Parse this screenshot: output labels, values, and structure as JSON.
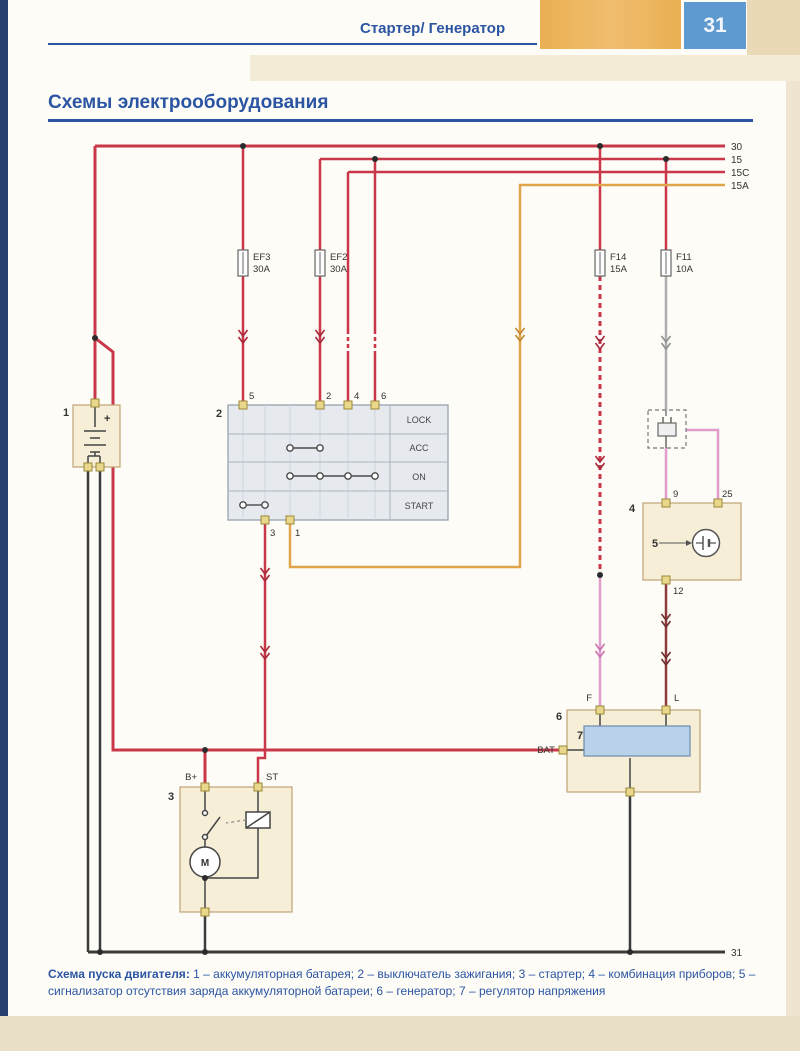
{
  "page": {
    "header_title": "Стартер/ Генератор",
    "page_number": "31",
    "section_title": "Схемы электрооборудования"
  },
  "caption": {
    "lead": "Схема пуска двигателя:",
    "text": " 1 – аккумуляторная батарея; 2 – выключатель зажигания; 3 – стартер; 4 – комбинация приборов; 5 – сигнализатор отсутствия заряда аккумуляторной батареи; 6 – генератор; 7 – регулятор напряжения"
  },
  "diagram": {
    "bus_labels": {
      "plus30": "30",
      "acc15": "15",
      "c15": "15C",
      "a15": "15A",
      "ground31": "31"
    },
    "fuses": {
      "ef3_name": "EF3",
      "ef3_rating": "30A",
      "ef2_name": "EF2",
      "ef2_rating": "30A",
      "f14_name": "F14",
      "f14_rating": "15A",
      "f11_name": "F11",
      "f11_rating": "10A"
    },
    "battery": {
      "num": "1",
      "plus": "+"
    },
    "ignition_switch": {
      "num": "2",
      "positions": [
        "LOCK",
        "ACC",
        "ON",
        "START"
      ],
      "terminals_top": [
        "5",
        "2",
        "4",
        "6"
      ],
      "terminals_bottom": [
        "3",
        "1"
      ]
    },
    "starter": {
      "num": "3",
      "terminal_bplus": "B+",
      "terminal_st": "ST",
      "motor": "M"
    },
    "cluster": {
      "num": "4",
      "terminal_9": "9",
      "terminal_25": "25",
      "terminal_12": "12"
    },
    "warning_lamp": {
      "num": "5"
    },
    "generator": {
      "num": "6",
      "terminal_f": "F",
      "terminal_l": "L",
      "terminal_bat": "BAT"
    },
    "regulator": {
      "num": "7"
    },
    "colors": {
      "wire_red": "#c93748",
      "wire_orange": "#e0a449",
      "wire_pink": "#e29cce",
      "wire_maroon": "#8d3c3c",
      "wire_gray": "#adadad",
      "wire_black": "#3b3b3b",
      "accent_blue": "#2b55a3"
    }
  }
}
